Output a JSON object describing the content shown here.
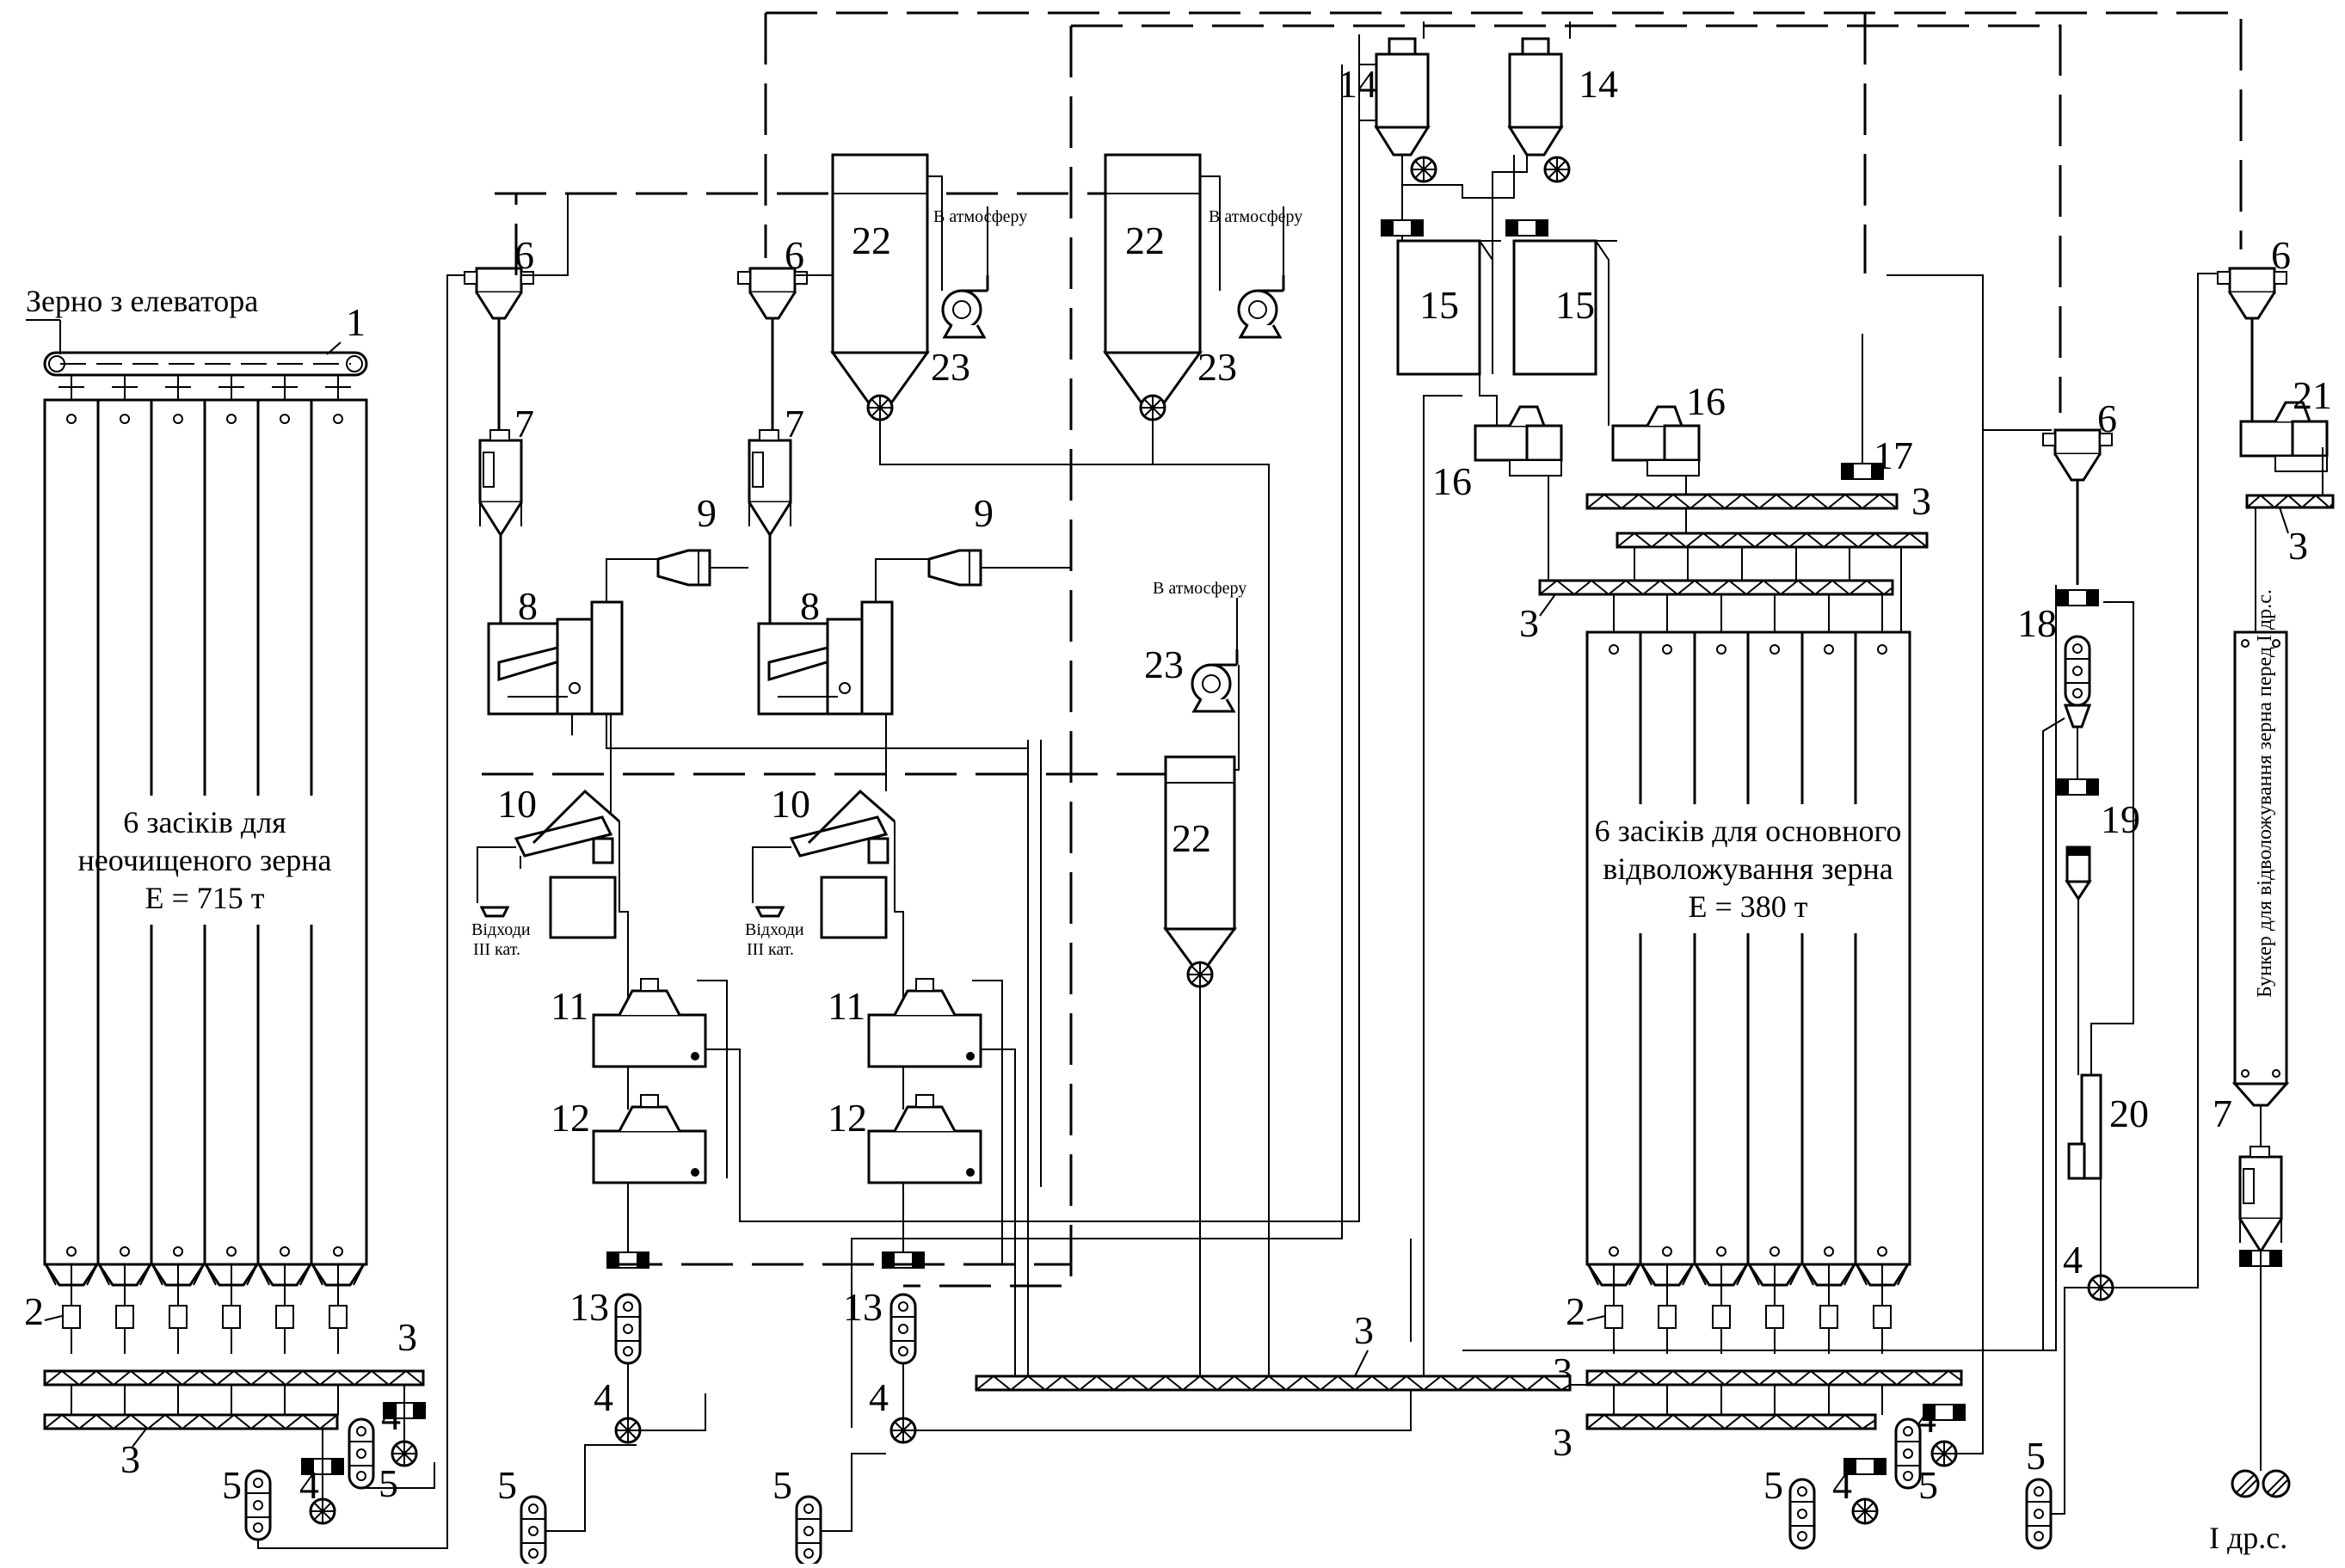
{
  "labels": {
    "grain_source": "Зерно з елеватора",
    "bins_raw_line1": "6 засіків для",
    "bins_raw_line2": "неочищеного зерна",
    "bins_raw_cap": "E = 715 т",
    "bins_main_line1": "6 засіків для основного",
    "bins_main_line2": "відволожування зерна",
    "bins_main_cap": "E = 380 т",
    "bunker": "Бункер для відволожування зерна перед І др.с.",
    "to_atmosphere": "В атмосферу",
    "waste_line1": "Відходи",
    "waste_line2": "ІІІ кат.",
    "output": "І др.с."
  },
  "numbers": {
    "n1": "1",
    "n2": "2",
    "n3": "3",
    "n4": "4",
    "n5": "5",
    "n6": "6",
    "n7": "7",
    "n8": "8",
    "n9": "9",
    "n10": "10",
    "n11": "11",
    "n12": "12",
    "n13": "13",
    "n14": "14",
    "n15": "15",
    "n16": "16",
    "n17": "17",
    "n18": "18",
    "n19": "19",
    "n20": "20",
    "n21": "21",
    "n22": "22",
    "n23": "23"
  },
  "colors": {
    "line": "#000000",
    "background": "#ffffff"
  }
}
